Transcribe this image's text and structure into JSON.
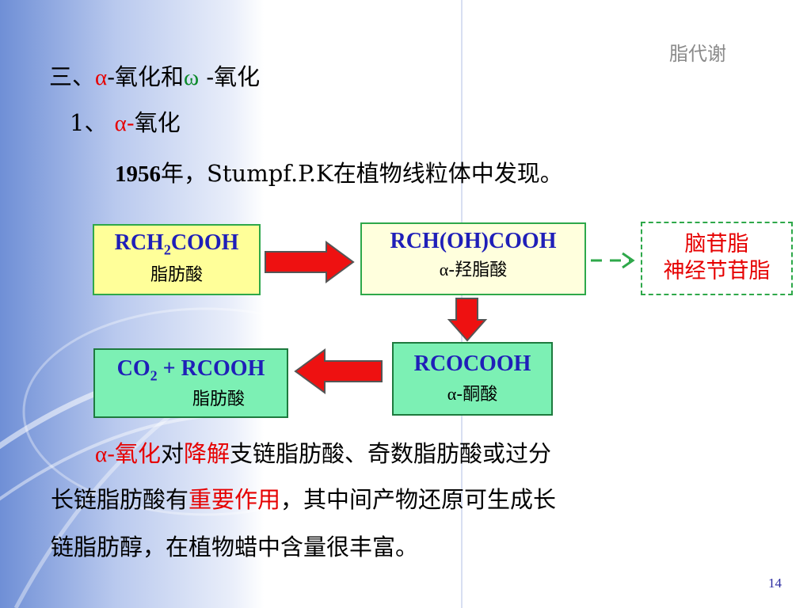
{
  "header": {
    "topic": "脂代谢"
  },
  "heading": {
    "prefix": "三、",
    "alpha": "α",
    "part1": "-氧化和",
    "omega": "ω",
    "part2": " -氧化"
  },
  "subheading": {
    "num": "1、 ",
    "alpha": "α",
    "dash": "-",
    "text": "氧化"
  },
  "discovery": {
    "year": "1956",
    "rest": "年，Stumpf.P.K在植物线粒体中发现。"
  },
  "diagram": {
    "box1": {
      "formula_a": "RCH",
      "formula_sub": "2",
      "formula_b": "COOH",
      "label": "脂肪酸"
    },
    "box2": {
      "formula": "RCH(OH)COOH",
      "label_alpha": "α",
      "label_rest": "-羟脂酸"
    },
    "box3": {
      "line1": "脑苷脂",
      "line2": "神经节苷脂"
    },
    "box4": {
      "formula": "RCOCOOH",
      "label_alpha": "α",
      "label_rest": "-酮酸"
    },
    "box5": {
      "formula_a": "CO",
      "formula_sub": "2",
      "formula_b": " + RCOOH",
      "label": "脂肪酸"
    },
    "colors": {
      "arrow_fill": "#ee1111",
      "arrow_stroke": "#555555",
      "dash_arrow": "#2ea84a"
    }
  },
  "paragraph": {
    "alpha": "α",
    "term": "-氧化",
    "t1": "对",
    "term2": "降解",
    "t2": "支链脂肪酸、奇数脂肪酸或过分",
    "line2a": "长链脂肪酸有",
    "line2b": "重要作用",
    "line2c": "，其中间产物还原可生成长",
    "line3": "链脂肪醇，在植物蜡中含量很丰富。"
  },
  "page": {
    "number": "14"
  }
}
